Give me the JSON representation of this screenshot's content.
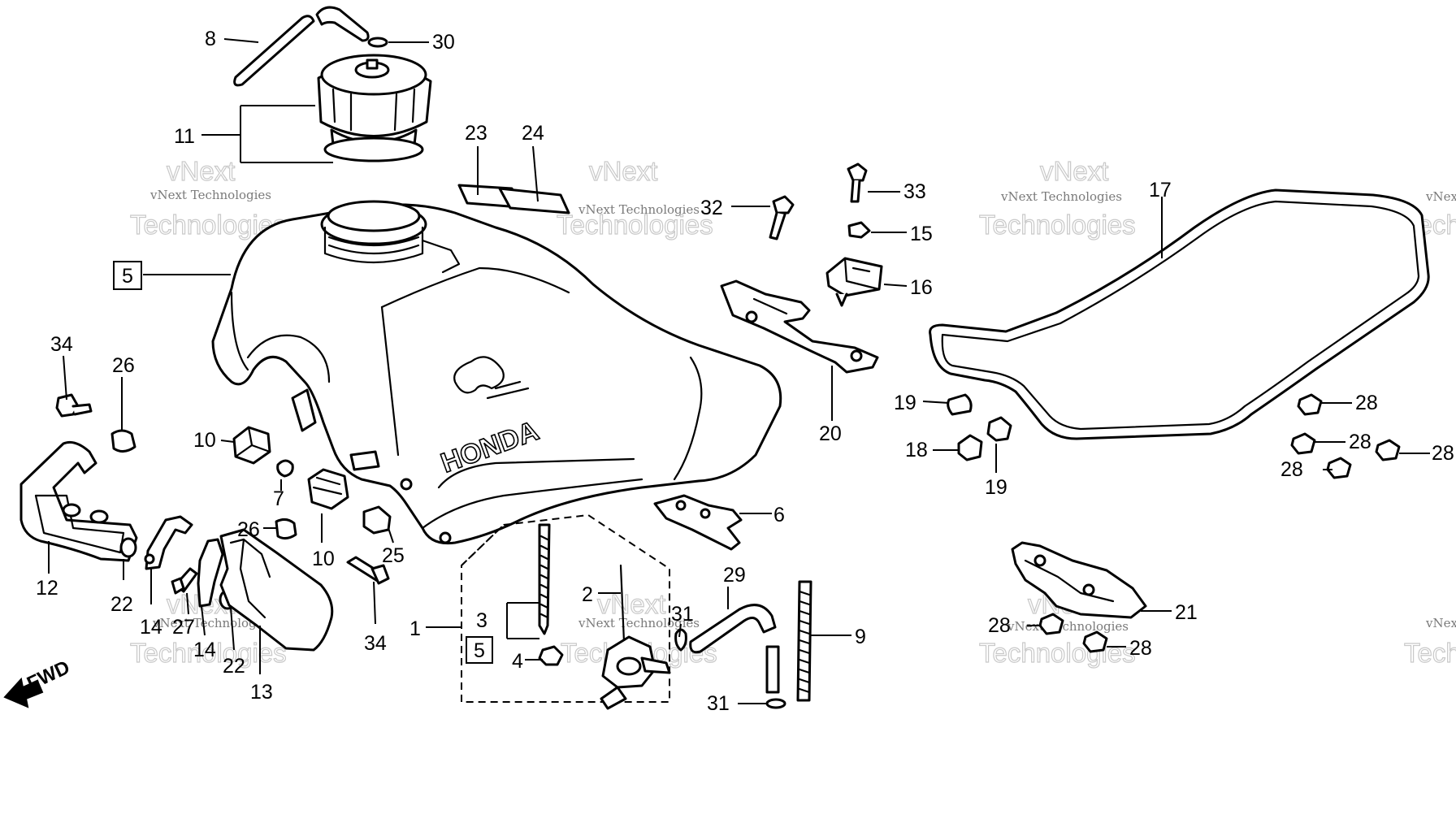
{
  "diagram": {
    "brand_text": "HONDA",
    "direction_label": "FWD",
    "watermark": {
      "company": "vNext Technologies",
      "line1": "vNext",
      "line2": "Technologies"
    },
    "callouts": [
      "8",
      "30",
      "11",
      "23",
      "24",
      "5",
      "32",
      "33",
      "15",
      "16",
      "17",
      "34",
      "26",
      "10",
      "7",
      "10",
      "20",
      "19",
      "18",
      "19",
      "28",
      "28",
      "28",
      "28",
      "12",
      "22",
      "14",
      "26",
      "25",
      "6",
      "14",
      "27",
      "22",
      "13",
      "34",
      "1",
      "3",
      "5",
      "4",
      "2",
      "31",
      "29",
      "9",
      "31",
      "21",
      "28",
      "28"
    ]
  }
}
